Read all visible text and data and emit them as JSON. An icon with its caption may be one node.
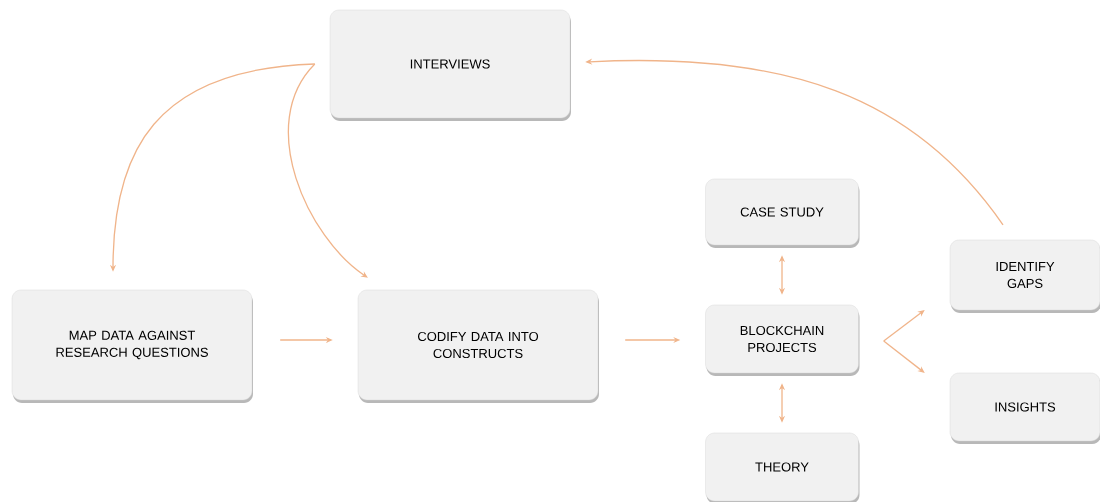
{
  "diagram": {
    "nodes": [
      {
        "text": [
          "INTERVIEWS"
        ]
      },
      {
        "text": [
          "MAP DATA AGAINST RESEARCH QUESTIONS"
        ]
      },
      {
        "text": [
          "CODIFY DATA INTO CONSTRUCTS"
        ]
      },
      {
        "text": [
          "CASE STUDY"
        ]
      },
      {
        "text": [
          "BLOCKCHAIN PROJECTS"
        ]
      },
      {
        "text": [
          "THEORY"
        ]
      },
      {
        "text": [
          "IDENTIFY GAPS"
        ]
      },
      {
        "text": [
          "INSIGHTS"
        ]
      }
    ],
    "edges": [
      {
        "from": 0,
        "to": 1,
        "arrow": "to"
      },
      {
        "from": 0,
        "to": 2,
        "arrow": "to"
      },
      {
        "from": 1,
        "to": 2,
        "arrow": "to"
      },
      {
        "from": 2,
        "to": 4,
        "arrow": "to"
      },
      {
        "from": 3,
        "to": 4,
        "arrow": "both"
      },
      {
        "from": 4,
        "to": 5,
        "arrow": "both"
      },
      {
        "from": 4,
        "to": 6,
        "arrow": "to"
      },
      {
        "from": 4,
        "to": 7,
        "arrow": "to"
      },
      {
        "from": 6,
        "to": 0,
        "arrow": "to"
      }
    ]
  }
}
